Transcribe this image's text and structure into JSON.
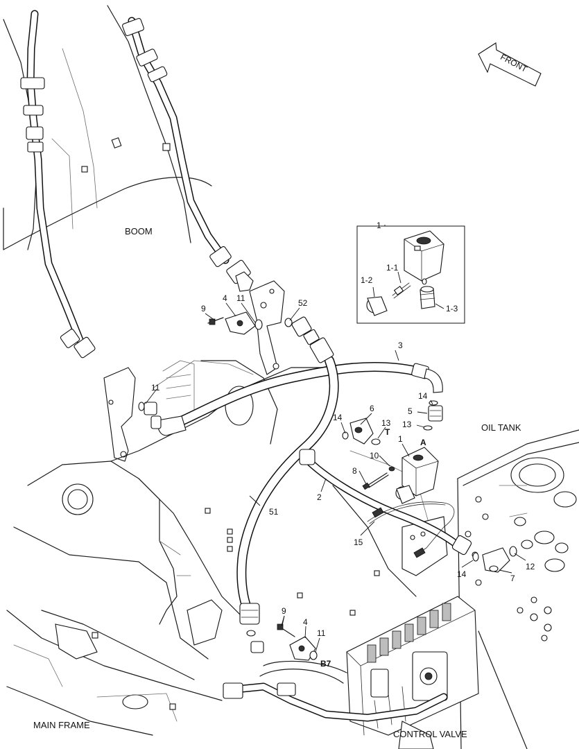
{
  "direction": {
    "label": "FRONT"
  },
  "areas": {
    "boom": "BOOM",
    "oil_tank": "OIL TANK",
    "main_frame": "MAIN FRAME",
    "control_valve": "CONTROL VALVE"
  },
  "detail_box": {
    "title": "1",
    "labels": [
      "1-1",
      "1-2",
      "1-3"
    ]
  },
  "callouts": {
    "c1": "1",
    "c2": "2",
    "c3": "3",
    "c4a": "4",
    "c4b": "4",
    "c5": "5",
    "c6": "6",
    "c7": "7",
    "c8": "8",
    "c9a": "9",
    "c9b": "9",
    "c10": "10",
    "c11a": "11",
    "c11b": "11",
    "c11c": "11",
    "c12": "12",
    "c13a": "13",
    "c13b": "13",
    "c14a": "14",
    "c14b": "14",
    "c14c": "14",
    "c15": "15",
    "c51": "51",
    "c52": "52"
  },
  "port_labels": {
    "a": "A",
    "t": "T",
    "b7": "B7"
  }
}
